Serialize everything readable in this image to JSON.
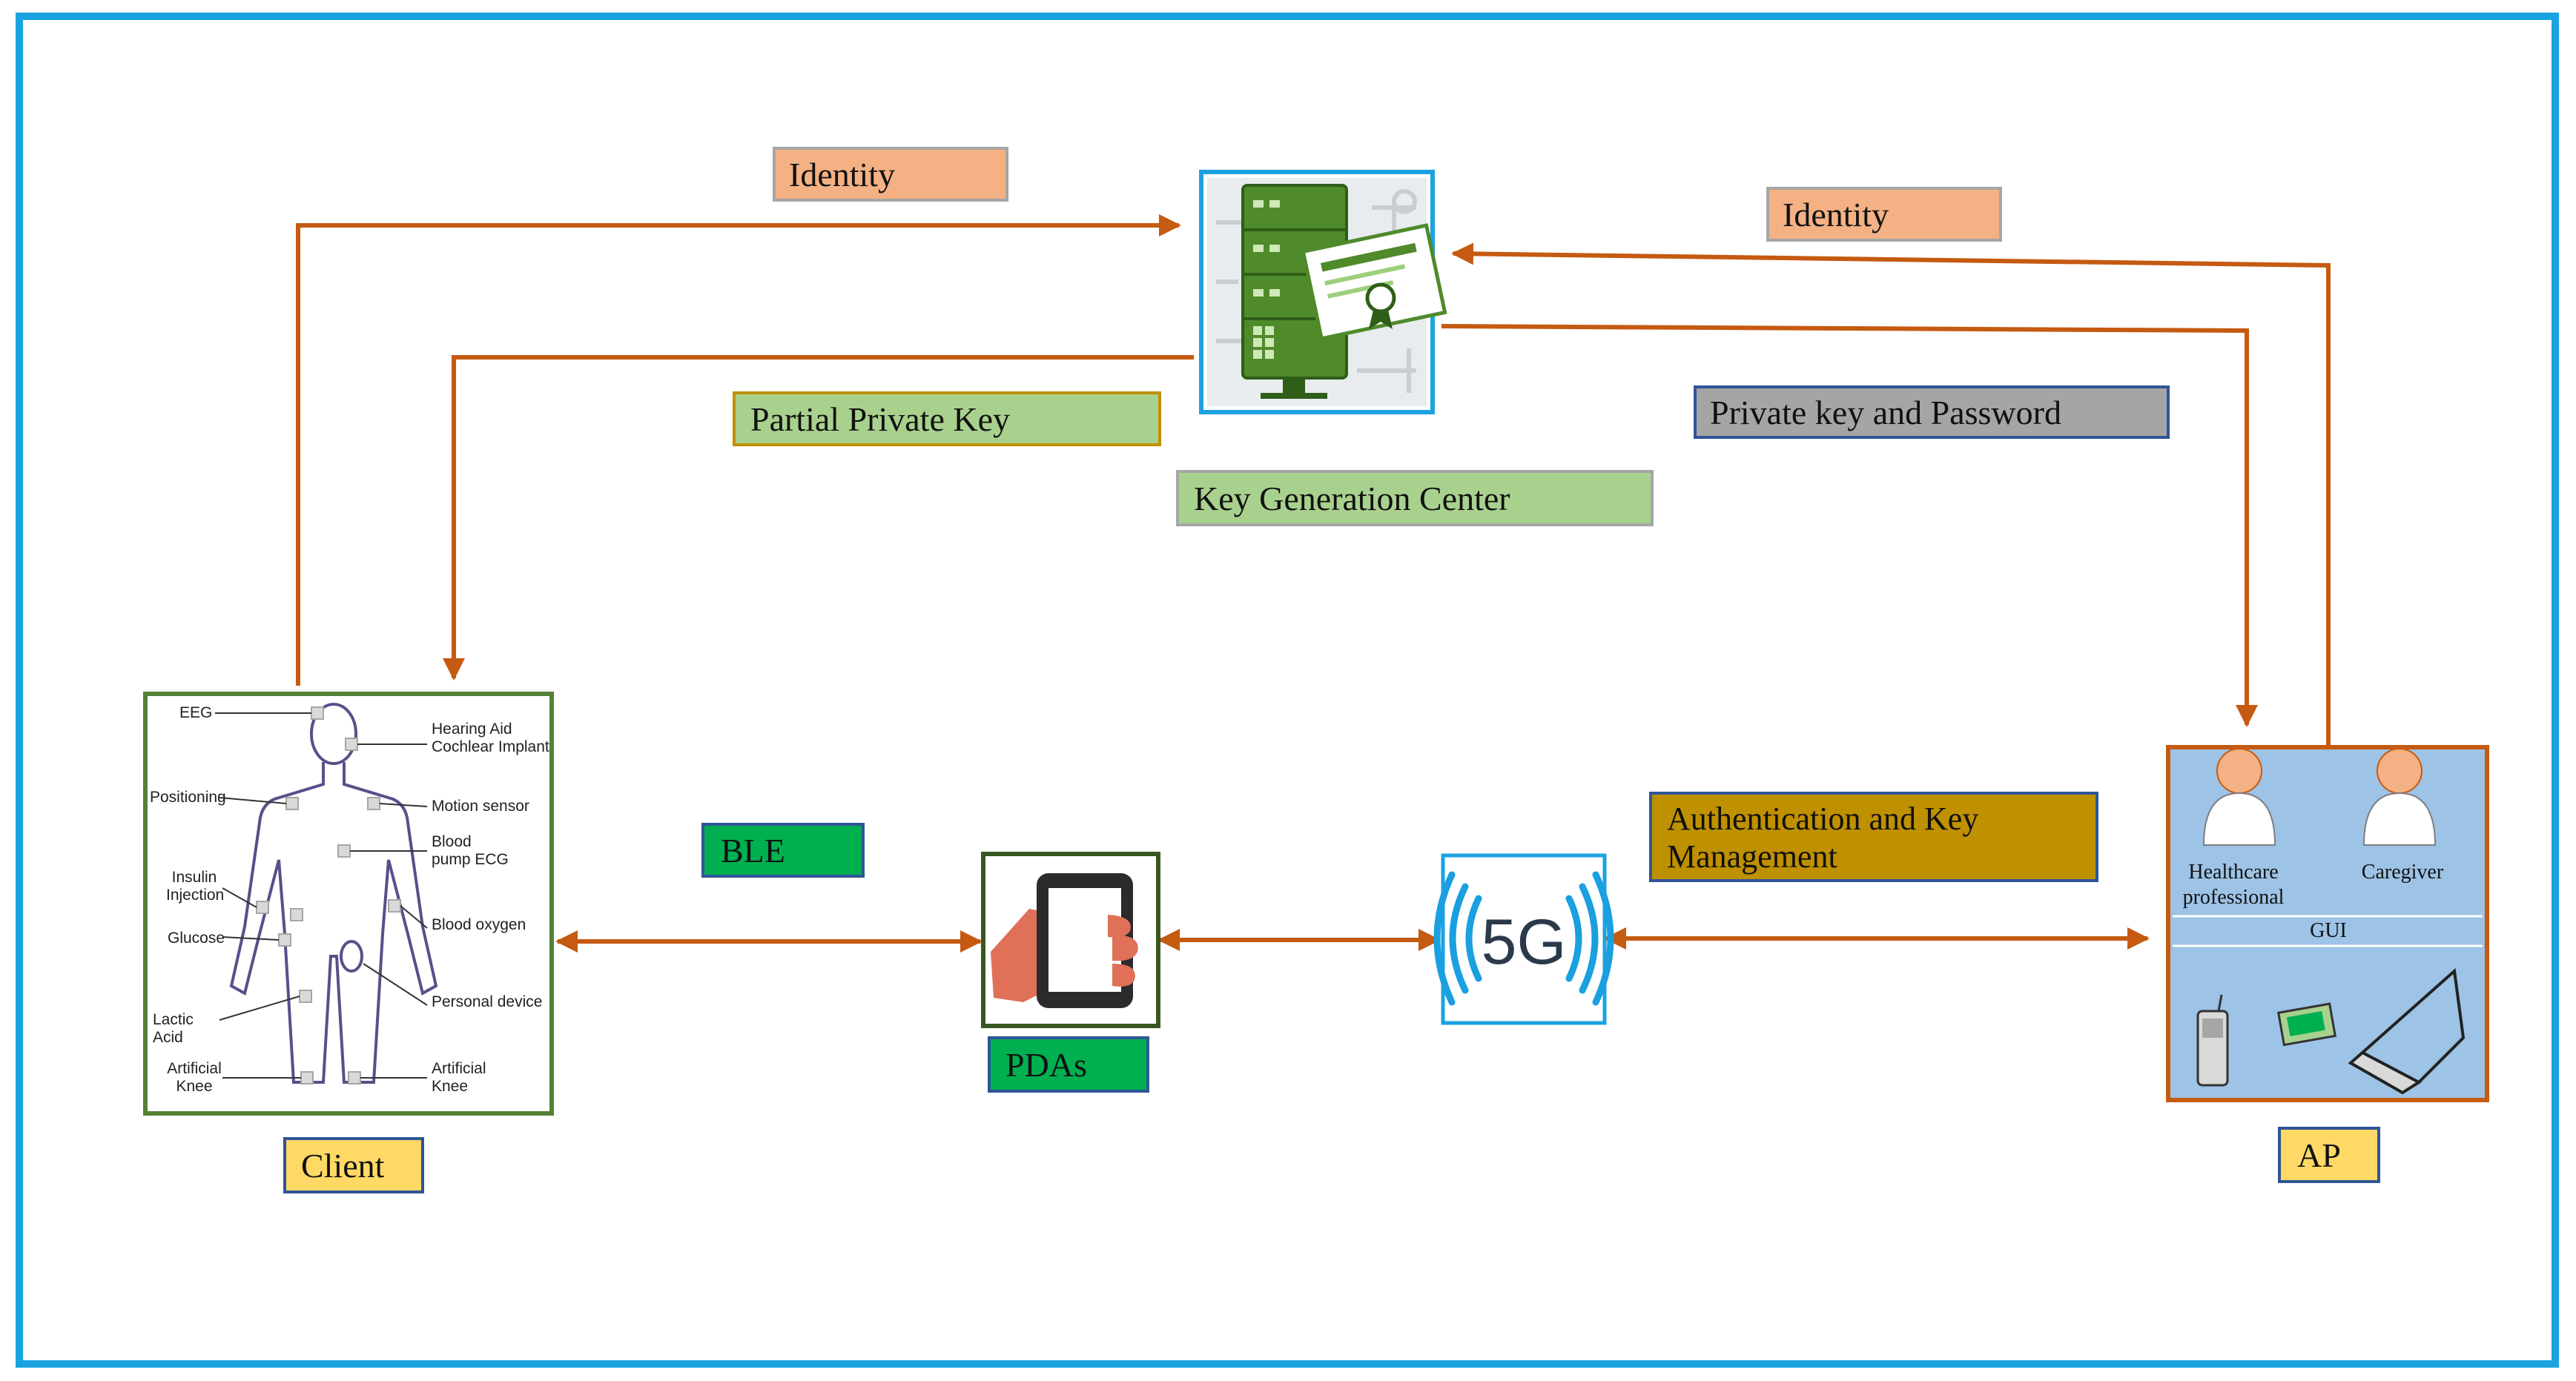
{
  "labels": {
    "identity_left": "Identity",
    "identity_right": "Identity",
    "partial_private_key": "Partial Private Key",
    "private_key_password": "Private key and Password",
    "kgc": "Key Generation Center",
    "ble": "BLE",
    "auth_key_mgmt": "Authentication and Key Management",
    "client": "Client",
    "pdas": "PDAs",
    "ap": "AP"
  },
  "body_sensors": {
    "left": [
      "EEG",
      "Positioning",
      "Insulin Injection",
      "Glucose",
      "Lactic Acid",
      "Artificial Knee"
    ],
    "right": [
      "Hearing Aid Cochlear Implant",
      "Motion sensor",
      "Blood pump ECG",
      "Blood oxygen",
      "Personal device",
      "Artificial Knee"
    ]
  },
  "ap_panel": {
    "user1": "Healthcare professional",
    "user2": "Caregiver",
    "gui": "GUI"
  },
  "fivegee": "5G",
  "colors": {
    "frame": "#1aa3e0",
    "arrow": "#c55a11",
    "peach": "#f4b183",
    "light_green": "#a9d18e",
    "gray": "#a5a5a5",
    "green": "#00b050",
    "gold": "#bf9000",
    "yellow": "#ffd966",
    "light_blue": "#9dc3e6"
  },
  "icons": [
    "server-certificate-icon",
    "human-body-sensors-icon",
    "hand-phone-icon",
    "5g-signal-icon",
    "user-icon",
    "phone-icon",
    "pda-icon",
    "laptop-icon"
  ]
}
